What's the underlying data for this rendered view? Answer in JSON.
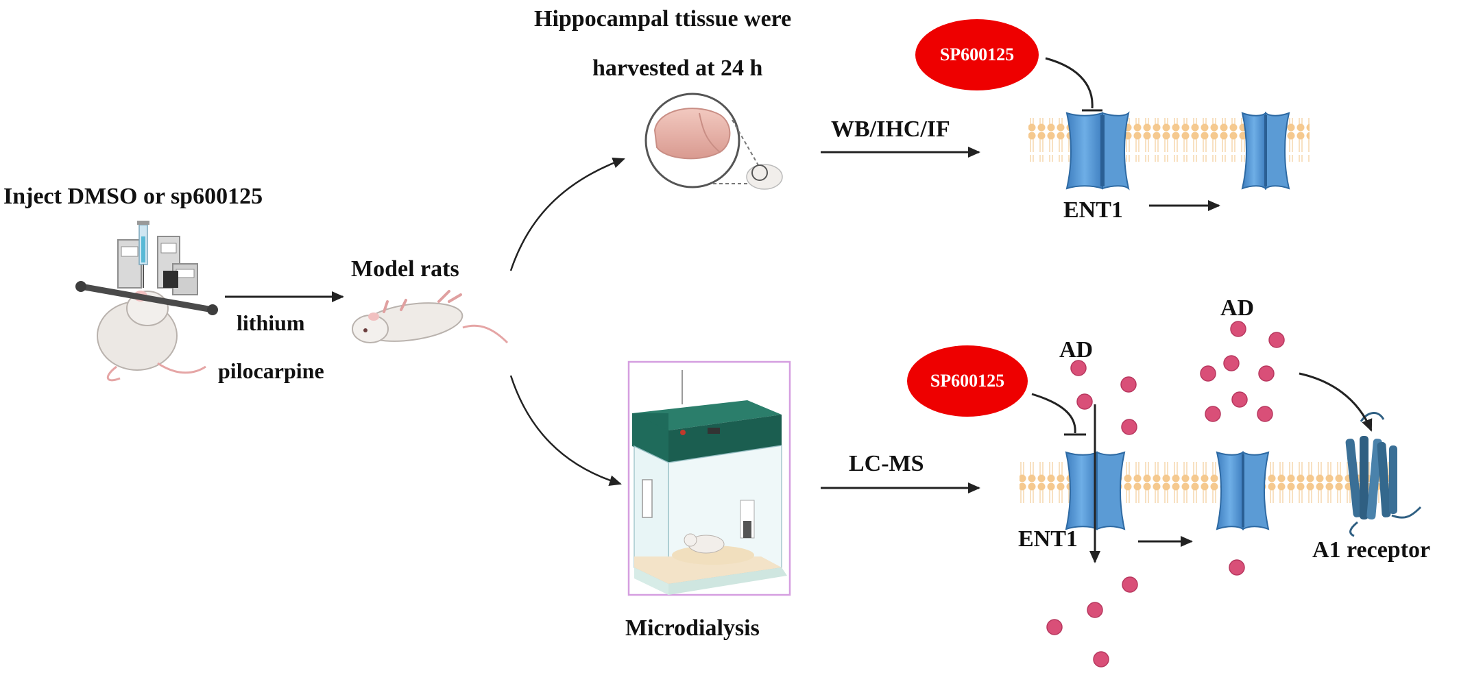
{
  "labels": {
    "inject": "Inject DMSO or sp600125",
    "lithium": "lithium",
    "pilocarpine": "pilocarpine",
    "model_rats": "Model rats",
    "hippo_line1": "Hippocampal ttissue were",
    "hippo_line2": "harvested at 24 h",
    "wb": "WB/IHC/IF",
    "ent1_top": "ENT1",
    "microdialysis": "Microdialysis",
    "lcms": "LC-MS",
    "ent1_bottom": "ENT1",
    "ad_left": "AD",
    "ad_right": "AD",
    "a1_receptor": "A1 receptor",
    "inhibitor_top": "SP600125",
    "inhibitor_bottom": "SP600125"
  },
  "colors": {
    "inhibitor_red": "#ee0000",
    "channel_blue": "#5b9bd5",
    "channel_dark": "#2e6aa3",
    "lipid_head": "#f5c98f",
    "adenosine_pink": "#d94f78",
    "receptor_blue": "#3a6f96",
    "cage_lid_green": "#1f6b5b",
    "microdialysis_border": "#d59ee0"
  },
  "icons": {
    "stereotaxic": "stereotaxic-rat-icon",
    "model_rat": "rat-icon",
    "brain": "brain-magnifier-icon",
    "cage": "microdialysis-cage-icon",
    "channel": "ent1-channel-icon",
    "receptor": "a1-receptor-icon"
  }
}
